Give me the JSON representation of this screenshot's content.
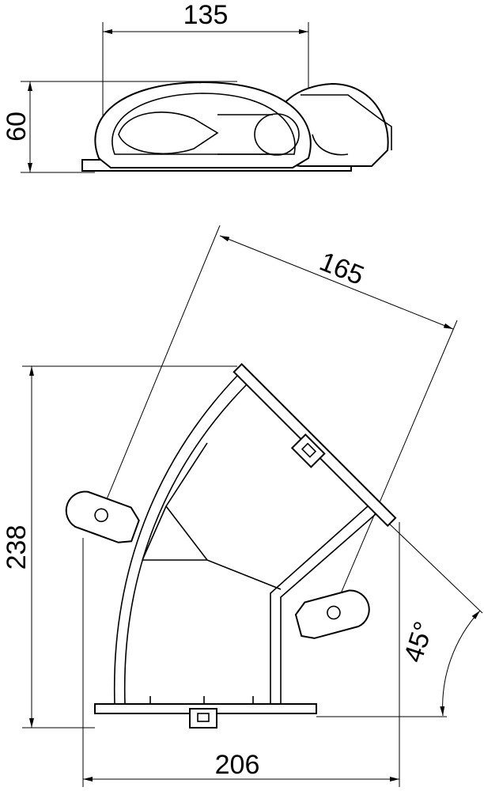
{
  "drawing": {
    "top_view": {
      "width_dim": "135",
      "height_dim": "60"
    },
    "front_view": {
      "length_dim": "165",
      "height_dim": "238",
      "width_dim": "206",
      "angle_dim": "45°"
    }
  },
  "colors": {
    "line": "#000000",
    "background": "#ffffff"
  }
}
